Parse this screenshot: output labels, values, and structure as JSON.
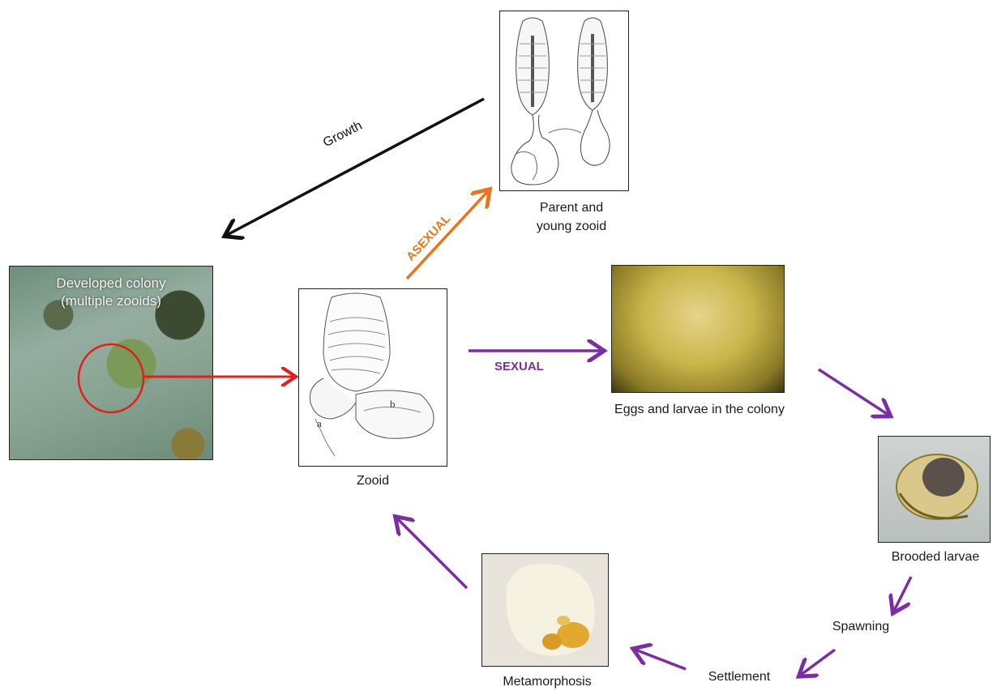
{
  "colony": {
    "label_line1": "Developed colony",
    "label_line2": "(multiple zooids)"
  },
  "captions": {
    "parent": "Parent and young zooid",
    "zooid": "Zooid",
    "eggs": "Eggs and larvae in the colony",
    "brooded": "Brooded larvae",
    "spawning": "Spawning",
    "settlement": "Settlement",
    "metamorphosis": "Metamorphosis"
  },
  "arrow_labels": {
    "growth": "Growth",
    "asexual": "ASEXUAL",
    "sexual": "SEXUAL"
  },
  "zooid_marks": {
    "a": "a",
    "b": "b"
  },
  "colors": {
    "growth_arrow": "#111111",
    "asexual_arrow": "#e8761c",
    "sexual_arrow": "#7a2ea0",
    "zoom_arrow": "#e0201c"
  }
}
